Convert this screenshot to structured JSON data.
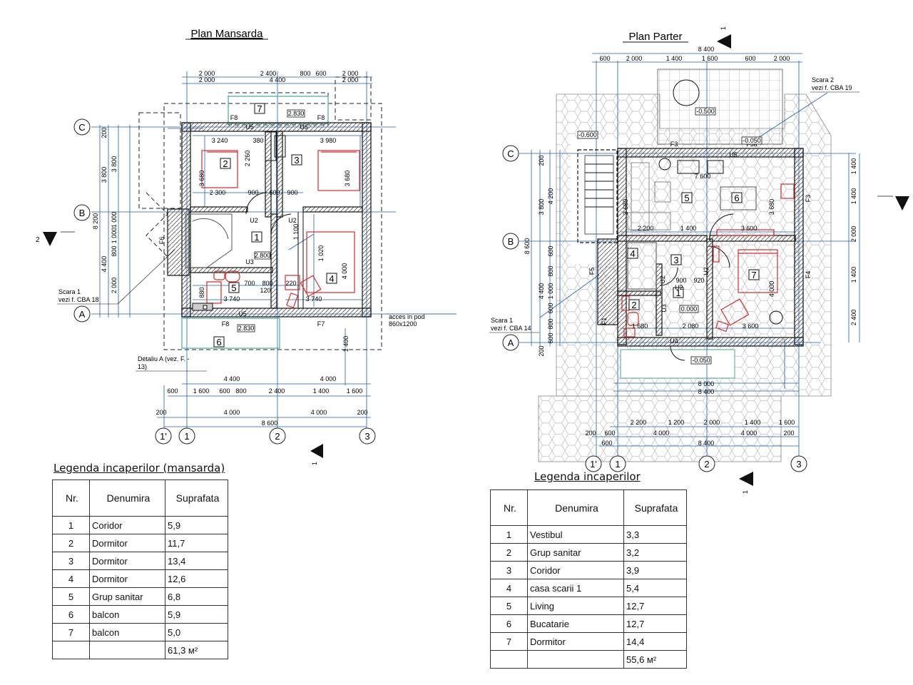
{
  "plans": {
    "mansarda": {
      "title": "Plan Mansarda",
      "axes": [
        "C",
        "B",
        "A"
      ],
      "axes_num": [
        "1'",
        "1",
        "2",
        "3"
      ],
      "dims_top1": [
        "2 000",
        "2 400",
        "800",
        "600",
        "2 000"
      ],
      "dims_top2": [
        "2 000",
        "4 400",
        "2 000"
      ],
      "dims_left": [
        "200",
        "3 800",
        "3 800",
        "8 200",
        "1 000",
        "800",
        "4 400",
        "2 000",
        "1 000"
      ],
      "dims_bottom1": [
        "4 400",
        "4 000"
      ],
      "dims_bottom2": [
        "600",
        "1 600",
        "600",
        "800",
        "2 400",
        "1 400",
        "1 600"
      ],
      "dims_bottom3": [
        "200",
        "4 000",
        "4 000",
        "200"
      ],
      "dims_bottom4": "8 600",
      "rooms": [
        "1",
        "2",
        "3",
        "4",
        "5",
        "6",
        "7"
      ],
      "labels": {
        "f8": "F8",
        "u5": "U5",
        "u2": "U2",
        "u3": "U3",
        "f7": "F7",
        "f6": "F6",
        "lvl_top": "2.830",
        "lvl_bottom": "2.830",
        "lvl_mid": "2.800",
        "d3240": "3 240",
        "d3980": "3 980",
        "d380": "380",
        "d2260": "2 260",
        "d2300": "2 300",
        "d900a": "900",
        "d600": "600",
        "d900b": "900",
        "d3680a": "3 680",
        "d3680b": "3 680",
        "d3740a": "3 740",
        "d3740b": "3 740",
        "d700": "700",
        "d800": "800",
        "d120": "120",
        "d220": "220",
        "d4000": "4 000",
        "d1020": "1 020",
        "d1100": "1 100",
        "d880": "880",
        "d1400": "1 400"
      },
      "scara1": [
        "Scara 1",
        "vezi f. CBA 18"
      ],
      "acces": [
        "acces in pod",
        "860x1200"
      ],
      "detaliu": [
        "Detaliu A (vez. F. -",
        "13)"
      ],
      "section_mark": "2"
    },
    "parter": {
      "title": "Plan Parter",
      "axes": [
        "C",
        "B",
        "A"
      ],
      "axes_num": [
        "1'",
        "1",
        "2",
        "3"
      ],
      "dims_top1": [
        "600",
        "2 000",
        "1 400",
        "1 600",
        "600",
        "2 000"
      ],
      "dims_top2": "8 400",
      "dims_left": [
        "200",
        "4 200",
        "3 800",
        "8 600",
        "600",
        "4 400",
        "800",
        "1 000",
        "600",
        "800",
        "600",
        "200"
      ],
      "dims_right": [
        "1 400",
        "1 400",
        "2 000",
        "1 400",
        "2 400"
      ],
      "dims_bottom1": [
        "8 000",
        "8 400"
      ],
      "dims_bottom2": [
        "2 200",
        "1 200",
        "2 000",
        "1 400",
        "1 600"
      ],
      "dims_bottom3": [
        "200",
        "600",
        "4 000",
        "4 000",
        "200"
      ],
      "dims_bottom4": [
        "600",
        "8 400"
      ],
      "rooms": [
        "1",
        "2",
        "3",
        "4",
        "5",
        "6",
        "7"
      ],
      "labels": {
        "f3": "F3",
        "f3a": "F3a",
        "u5": "U5",
        "u2a": "U2",
        "u2b": "U2",
        "u2c": "U2",
        "u3": "U3",
        "u4": "U4",
        "f5": "F5",
        "f1": "F1",
        "f4": "F4",
        "f3r": "F3",
        "lvl_terrace": "-0.500",
        "lvl_entry": "-0.050",
        "lvl_floor": "0.000",
        "lvl_side": "-0.600",
        "lvl_step": "-0.050",
        "d2200": "2 200",
        "d1400": "1 400",
        "d3600a": "3 600",
        "d3600b": "3 600",
        "d3680a": "3 680",
        "d3680b": "3 680",
        "d900": "900",
        "d920": "920",
        "d2080": "2 080",
        "d1680": "1 680",
        "d4000": "4 000",
        "d7600": "7 600"
      },
      "scara1": [
        "Scara 1",
        "vezi f. CBA 14"
      ],
      "scara2": [
        "Scara 2",
        "vezi f. CBA 19"
      ],
      "section_mark": "1"
    }
  },
  "legend_mansarda": {
    "title": "Legenda incaperilor (mansarda)",
    "headers": [
      "Nr.",
      "Denumira",
      "Suprafata"
    ],
    "rows": [
      [
        "1",
        "Coridor",
        "5,9"
      ],
      [
        "2",
        "Dormitor",
        "11,7"
      ],
      [
        "3",
        "Dormitor",
        "13,4"
      ],
      [
        "4",
        "Dormitor",
        "12,6"
      ],
      [
        "5",
        "Grup sanitar",
        "6,8"
      ],
      [
        "6",
        "balcon",
        "5,9"
      ],
      [
        "7",
        "balcon",
        "5,0"
      ]
    ],
    "total": "61,3 м²"
  },
  "legend_parter": {
    "title": "Legenda incaperilor",
    "headers": [
      "Nr.",
      "Denumira",
      "Suprafata"
    ],
    "rows": [
      [
        "1",
        "Vestibul",
        "3,3"
      ],
      [
        "2",
        "Grup sanitar",
        "3,2"
      ],
      [
        "3",
        "Coridor",
        "3,9"
      ],
      [
        "4",
        "casa scarii 1",
        "5,4"
      ],
      [
        "5",
        "Living",
        "12,7"
      ],
      [
        "6",
        "Bucatarie",
        "12,7"
      ],
      [
        "7",
        "Dormitor",
        "14,4"
      ]
    ],
    "total": "55,6 м²"
  },
  "colors": {
    "line": "#1e5fb3",
    "wall": "#222222",
    "furniture": "#d62b2b",
    "grey": "#888888"
  }
}
